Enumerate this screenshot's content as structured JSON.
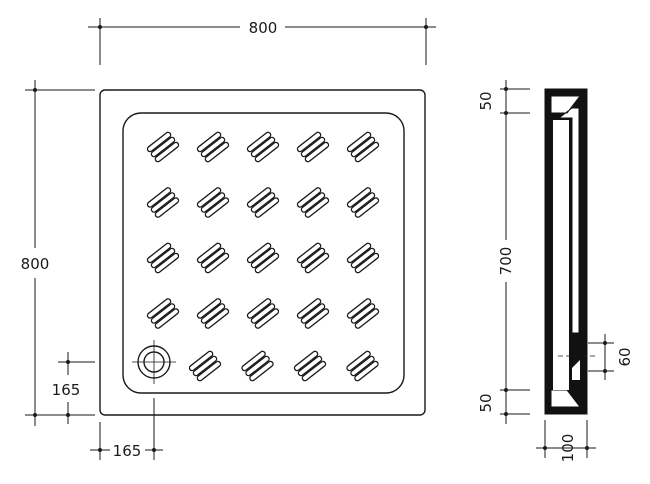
{
  "dimensions": {
    "top_width": "800",
    "left_height": "800",
    "drain_offset_y": "165",
    "drain_offset_x": "165",
    "profile_top_rim": "50",
    "profile_inner": "700",
    "profile_bottom_rim": "50",
    "drain_depth": "60",
    "profile_width": "100"
  },
  "drawing": {
    "grip_rows": 5,
    "grip_cols": 5,
    "drain_position": "bottom-left",
    "line_color": "#1a1a1a",
    "profile_fill": "#111111"
  }
}
